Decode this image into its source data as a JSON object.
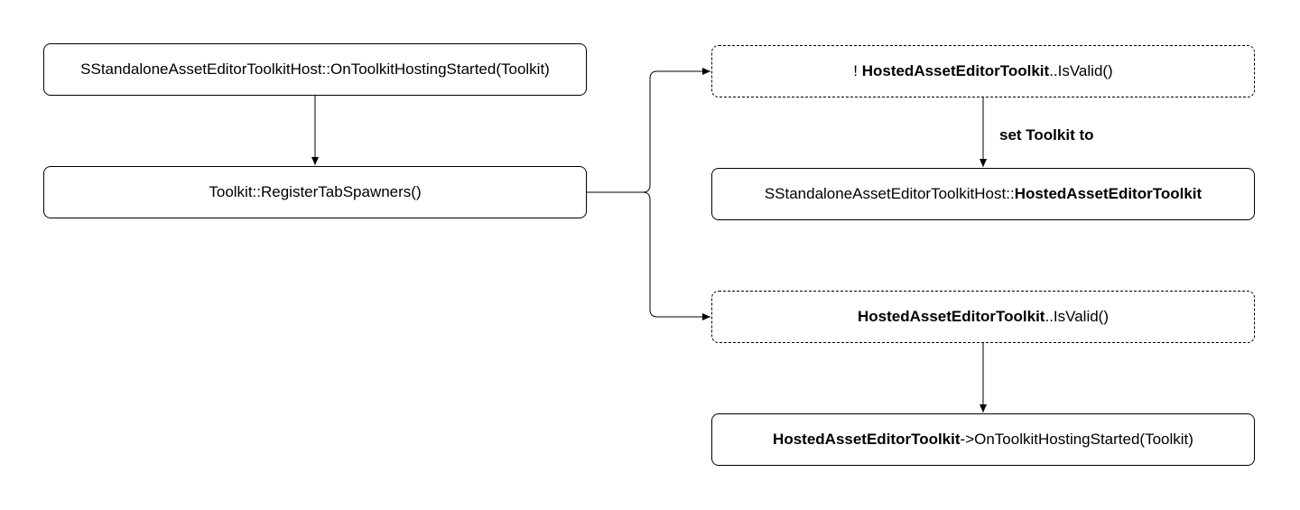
{
  "nodes": {
    "host_started": {
      "text": "SStandaloneAssetEditorToolkitHost::OnToolkitHostingStarted(Toolkit)"
    },
    "register_tabs": {
      "text": "Toolkit::RegisterTabSpawners()"
    },
    "not_valid": {
      "prefix": "! ",
      "bold": "HostedAssetEditorToolkit",
      "suffix": "..IsValid()"
    },
    "set_toolkit": {
      "prefix": "SStandaloneAssetEditorToolkitHost::",
      "bold": "HostedAssetEditorToolkit"
    },
    "is_valid": {
      "bold": "HostedAssetEditorToolkit",
      "suffix": "..IsValid()"
    },
    "hosted_started": {
      "bold": "HostedAssetEditorToolkit",
      "suffix": "->OnToolkitHostingStarted(Toolkit)"
    }
  },
  "edge_labels": {
    "set_toolkit_to": "set Toolkit to"
  },
  "colors": {
    "stroke": "#000000",
    "background": "#ffffff"
  }
}
